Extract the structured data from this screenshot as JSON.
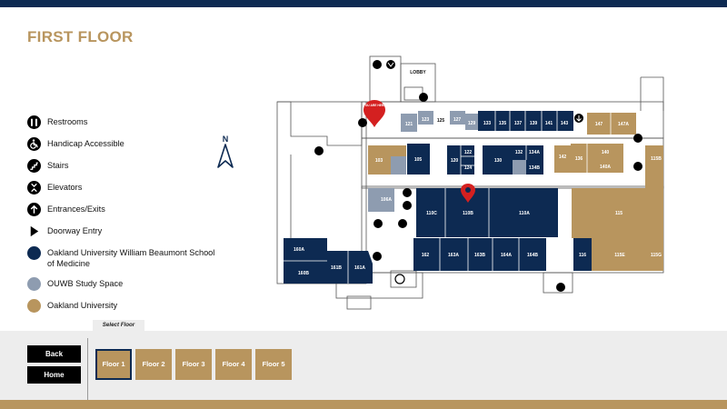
{
  "title": "FIRST FLOOR",
  "colors": {
    "navy": "#0d2a52",
    "gray": "#8e9cb0",
    "tan": "#b8955e",
    "panel": "#ededed"
  },
  "legend": [
    {
      "icon": "restrooms-icon",
      "label": "Restrooms"
    },
    {
      "icon": "handicap-icon",
      "label": "Handicap Accessible"
    },
    {
      "icon": "stairs-icon",
      "label": "Stairs"
    },
    {
      "icon": "elevator-icon",
      "label": "Elevators"
    },
    {
      "icon": "entrance-exit-icon",
      "label": "Entrances/Exits"
    },
    {
      "icon": "doorway-entry-icon",
      "label": "Doorway Entry"
    },
    {
      "icon": "navy-swatch",
      "label": "Oakland University William Beaumont School of Medicine"
    },
    {
      "icon": "gray-swatch",
      "label": "OUWB Study Space"
    },
    {
      "icon": "tan-swatch",
      "label": "Oakland University"
    }
  ],
  "compass": {
    "label": "N"
  },
  "map": {
    "you_are_here": "YOU ARE HERE",
    "lobby": "LOBBY",
    "rooms": {
      "r121": "121",
      "r123": "123",
      "r125": "125",
      "r127": "127",
      "r129": "129",
      "r133": "133",
      "r135": "135",
      "r137": "137",
      "r139": "139",
      "r141": "141",
      "r143": "143",
      "r147": "147",
      "r147a": "147A",
      "r103": "103",
      "r105": "105",
      "r120": "120",
      "r122": "122",
      "r124": "124",
      "r130": "130",
      "r132": "132",
      "r134a": "134A",
      "r134b": "134B",
      "r142": "142",
      "r136": "136",
      "r140": "140",
      "r140a": "140A",
      "r115b": "115B",
      "r106a": "106A",
      "r110c": "110C",
      "r110b": "110B",
      "r110a": "110A",
      "r115": "115",
      "r160a": "160A",
      "r160b": "160B",
      "r161b": "161B",
      "r161a": "161A",
      "r162": "162",
      "r163a": "163A",
      "r163b": "163B",
      "r164a": "164A",
      "r164b": "164B",
      "r116": "116",
      "r115e": "115E",
      "r115g": "115G"
    }
  },
  "select_floor_label": "Select Floor",
  "buttons": {
    "back": "Back",
    "home": "Home"
  },
  "floors": [
    "Floor 1",
    "Floor 2",
    "Floor 3",
    "Floor 4",
    "Floor 5"
  ],
  "active_floor": "Floor 1"
}
